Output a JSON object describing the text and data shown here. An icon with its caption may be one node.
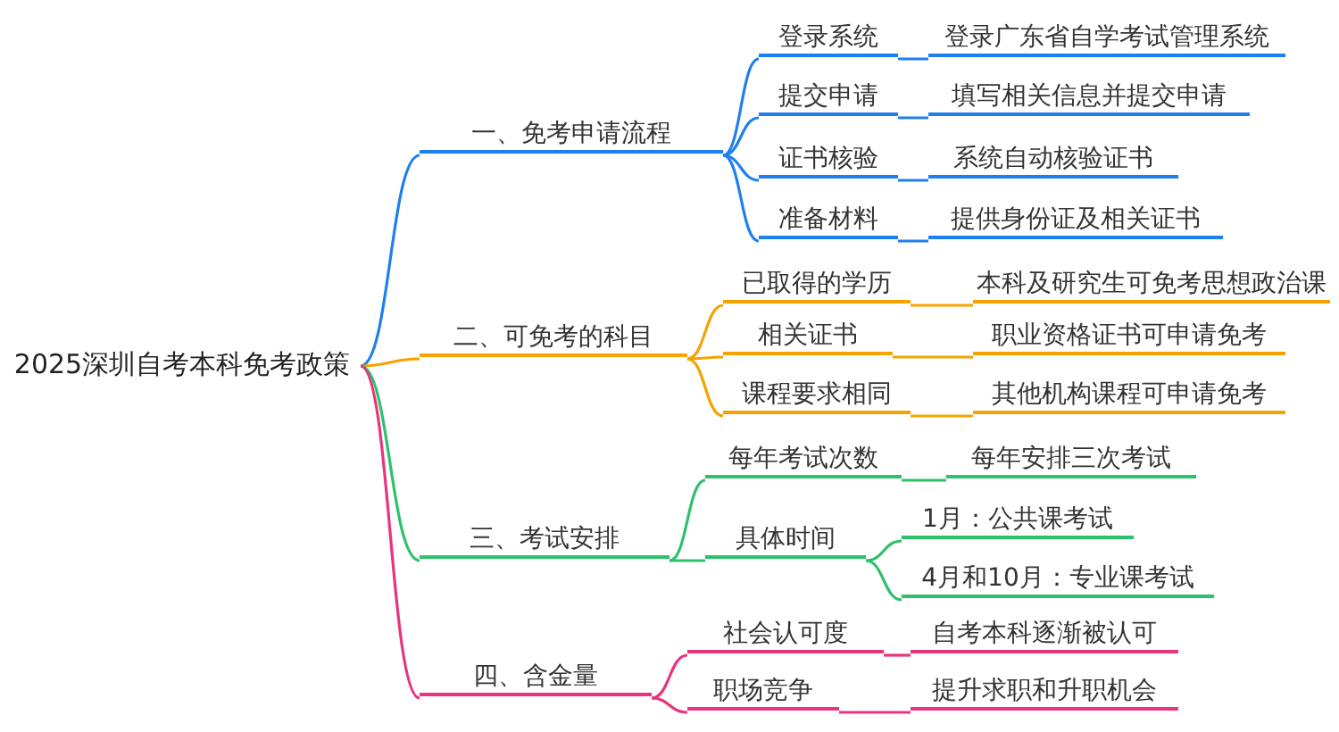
{
  "diagram": {
    "nodes": [
      {
        "text": [
          "2025深圳自考本科免考政策"
        ]
      },
      {
        "text": [
          "一、免考申请流程"
        ]
      },
      {
        "text": [
          "登录系统"
        ]
      },
      {
        "text": [
          "登录广东省自学考试管理系统"
        ]
      },
      {
        "text": [
          "提交申请"
        ]
      },
      {
        "text": [
          "填写相关信息并提交申请"
        ]
      },
      {
        "text": [
          "证书核验"
        ]
      },
      {
        "text": [
          "系统自动核验证书"
        ]
      },
      {
        "text": [
          "准备材料"
        ]
      },
      {
        "text": [
          "提供身份证及相关证书"
        ]
      },
      {
        "text": [
          "二、可免考的科目"
        ]
      },
      {
        "text": [
          "已取得的学历"
        ]
      },
      {
        "text": [
          "本科及研究生可免考思想政治课"
        ]
      },
      {
        "text": [
          "相关证书"
        ]
      },
      {
        "text": [
          "职业资格证书可申请免考"
        ]
      },
      {
        "text": [
          "课程要求相同"
        ]
      },
      {
        "text": [
          "其他机构课程可申请免考"
        ]
      },
      {
        "text": [
          "三、考试安排"
        ]
      },
      {
        "text": [
          "每年考试次数"
        ]
      },
      {
        "text": [
          "每年安排三次考试"
        ]
      },
      {
        "text": [
          "具体时间"
        ]
      },
      {
        "text": [
          "1月：公共课考试"
        ]
      },
      {
        "text": [
          "4月和10月：专业课考试"
        ]
      },
      {
        "text": [
          "四、含金量"
        ]
      },
      {
        "text": [
          "社会认可度"
        ]
      },
      {
        "text": [
          "自考本科逐渐被认可"
        ]
      },
      {
        "text": [
          "职场竞争"
        ]
      },
      {
        "text": [
          "提升求职和升职机会"
        ]
      }
    ],
    "edges": [
      {
        "from": 0,
        "to": 1,
        "arrow": "none",
        "color": "#1e7ff0"
      },
      {
        "from": 1,
        "to": 2,
        "arrow": "none",
        "color": "#1e7ff0"
      },
      {
        "from": 2,
        "to": 3,
        "arrow": "none",
        "color": "#1e7ff0"
      },
      {
        "from": 1,
        "to": 4,
        "arrow": "none",
        "color": "#1e7ff0"
      },
      {
        "from": 4,
        "to": 5,
        "arrow": "none",
        "color": "#1e7ff0"
      },
      {
        "from": 1,
        "to": 6,
        "arrow": "none",
        "color": "#1e7ff0"
      },
      {
        "from": 6,
        "to": 7,
        "arrow": "none",
        "color": "#1e7ff0"
      },
      {
        "from": 1,
        "to": 8,
        "arrow": "none",
        "color": "#1e7ff0"
      },
      {
        "from": 8,
        "to": 9,
        "arrow": "none",
        "color": "#1e7ff0"
      },
      {
        "from": 0,
        "to": 10,
        "arrow": "none",
        "color": "#f5a300"
      },
      {
        "from": 10,
        "to": 11,
        "arrow": "none",
        "color": "#f5a300"
      },
      {
        "from": 11,
        "to": 12,
        "arrow": "none",
        "color": "#f5a300"
      },
      {
        "from": 10,
        "to": 13,
        "arrow": "none",
        "color": "#f5a300"
      },
      {
        "from": 13,
        "to": 14,
        "arrow": "none",
        "color": "#f5a300"
      },
      {
        "from": 10,
        "to": 15,
        "arrow": "none",
        "color": "#f5a300"
      },
      {
        "from": 15,
        "to": 16,
        "arrow": "none",
        "color": "#f5a300"
      },
      {
        "from": 0,
        "to": 17,
        "arrow": "none",
        "color": "#2cc16a"
      },
      {
        "from": 17,
        "to": 18,
        "arrow": "none",
        "color": "#2cc16a"
      },
      {
        "from": 18,
        "to": 19,
        "arrow": "none",
        "color": "#2cc16a"
      },
      {
        "from": 17,
        "to": 20,
        "arrow": "none",
        "color": "#2cc16a"
      },
      {
        "from": 20,
        "to": 21,
        "arrow": "none",
        "color": "#2cc16a"
      },
      {
        "from": 20,
        "to": 22,
        "arrow": "none",
        "color": "#2cc16a"
      },
      {
        "from": 0,
        "to": 23,
        "arrow": "none",
        "color": "#e8337d"
      },
      {
        "from": 23,
        "to": 24,
        "arrow": "none",
        "color": "#e8337d"
      },
      {
        "from": 24,
        "to": 25,
        "arrow": "none",
        "color": "#e8337d"
      },
      {
        "from": 23,
        "to": 26,
        "arrow": "none",
        "color": "#e8337d"
      },
      {
        "from": 26,
        "to": 27,
        "arrow": "none",
        "color": "#e8337d"
      }
    ]
  }
}
